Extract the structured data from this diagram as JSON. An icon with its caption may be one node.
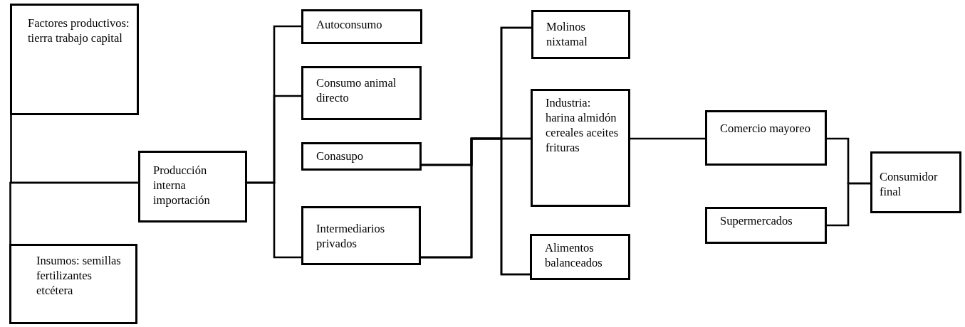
{
  "diagram": {
    "nodes": [
      {
        "text": [
          "Factores productivos: tierra trabajo capital"
        ]
      },
      {
        "text": [
          "Insumos: semillas fertilizantes etcétera"
        ]
      },
      {
        "text": [
          "Producción interna importación"
        ]
      },
      {
        "text": [
          "Autoconsumo"
        ]
      },
      {
        "text": [
          "Consumo animal directo"
        ]
      },
      {
        "text": [
          "Conasupo"
        ]
      },
      {
        "text": [
          "Intermediarios privados"
        ]
      },
      {
        "text": [
          "Molinos nixtamal"
        ]
      },
      {
        "text": [
          "Industria: harina almidón cereales aceites frituras"
        ]
      },
      {
        "text": [
          "Alimentos balanceados"
        ]
      },
      {
        "text": [
          "Comercio mayoreo"
        ]
      },
      {
        "text": [
          "Supermercados"
        ]
      },
      {
        "text": [
          "Consumidor final"
        ]
      }
    ],
    "edges": [
      {
        "from": 0,
        "to": 2,
        "arrow": "none"
      },
      {
        "from": 1,
        "to": 2,
        "arrow": "none"
      },
      {
        "from": 2,
        "to": 3,
        "arrow": "none"
      },
      {
        "from": 2,
        "to": 4,
        "arrow": "none"
      },
      {
        "from": 2,
        "to": 6,
        "arrow": "none"
      },
      {
        "from": 5,
        "to": 7,
        "arrow": "none"
      },
      {
        "from": 5,
        "to": 8,
        "arrow": "none"
      },
      {
        "from": 5,
        "to": 9,
        "arrow": "none"
      },
      {
        "from": 6,
        "to": 7,
        "arrow": "none"
      },
      {
        "from": 6,
        "to": 8,
        "arrow": "none"
      },
      {
        "from": 6,
        "to": 9,
        "arrow": "none"
      },
      {
        "from": 8,
        "to": 10,
        "arrow": "none"
      },
      {
        "from": 10,
        "to": 12,
        "arrow": "none"
      },
      {
        "from": 11,
        "to": 12,
        "arrow": "none"
      }
    ]
  }
}
